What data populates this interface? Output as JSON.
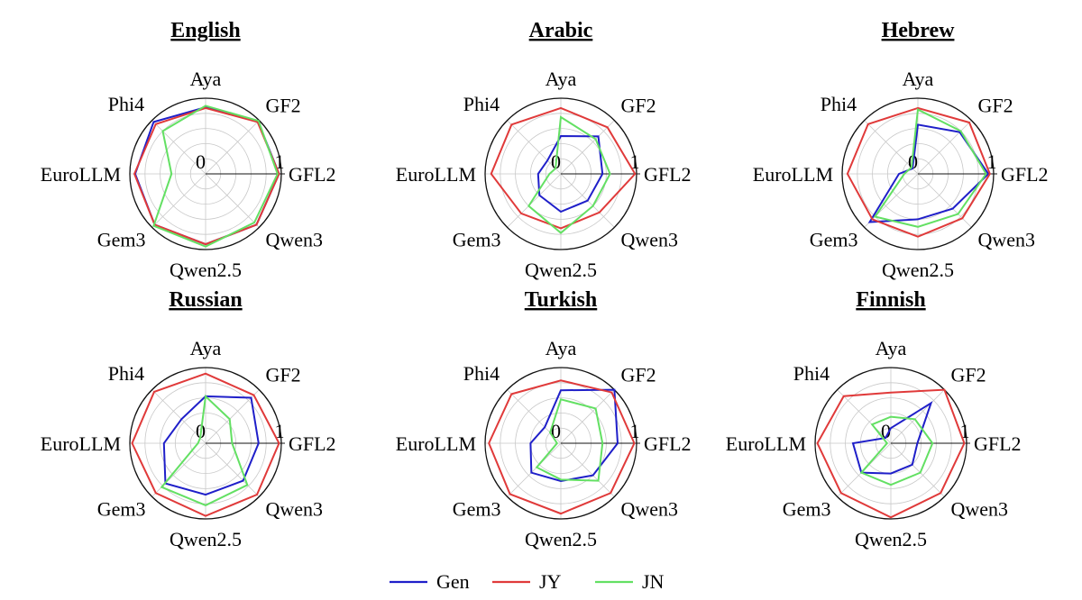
{
  "legend": [
    {
      "name": "Gen",
      "color": "#1f1fc9"
    },
    {
      "name": "JY",
      "color": "#e03a3a"
    },
    {
      "name": "JN",
      "color": "#63e063"
    }
  ],
  "chart_data": [
    {
      "type": "radar",
      "title": "English",
      "axes": [
        "GFL2",
        "GF2",
        "Aya",
        "Phi4",
        "EuroLLM",
        "Gem3",
        "Qwen2.5",
        "Qwen3"
      ],
      "tick_labels": [
        "0",
        "1"
      ],
      "range": [
        0,
        1
      ],
      "grid": true,
      "series": [
        {
          "name": "Gen",
          "values": [
            0.97,
            0.98,
            0.88,
            0.97,
            0.93,
            0.95,
            0.93,
            0.95
          ]
        },
        {
          "name": "JY",
          "values": [
            0.97,
            0.97,
            0.87,
            0.93,
            0.94,
            0.95,
            0.93,
            0.95
          ]
        },
        {
          "name": "JN",
          "values": [
            0.95,
            0.99,
            0.9,
            0.8,
            0.45,
            0.97,
            0.96,
            0.91
          ]
        }
      ]
    },
    {
      "type": "radar",
      "title": "Arabic",
      "axes": [
        "GFL2",
        "GF2",
        "Aya",
        "Phi4",
        "EuroLLM",
        "Gem3",
        "Qwen2.5",
        "Qwen3"
      ],
      "tick_labels": [
        "0",
        "1"
      ],
      "range": [
        0,
        1
      ],
      "grid": true,
      "series": [
        {
          "name": "Gen",
          "values": [
            0.55,
            0.7,
            0.5,
            0.25,
            0.3,
            0.4,
            0.5,
            0.5
          ]
        },
        {
          "name": "JY",
          "values": [
            0.98,
            0.87,
            0.87,
            0.92,
            0.92,
            0.74,
            0.72,
            0.72
          ]
        },
        {
          "name": "JN",
          "values": [
            0.65,
            0.65,
            0.75,
            0.1,
            0.15,
            0.6,
            0.78,
            0.6
          ]
        }
      ]
    },
    {
      "type": "radar",
      "title": "Hebrew",
      "axes": [
        "GFL2",
        "GF2",
        "Aya",
        "Phi4",
        "EuroLLM",
        "Gem3",
        "Qwen2.5",
        "Qwen3"
      ],
      "tick_labels": [
        "0",
        "1"
      ],
      "range": [
        0,
        1
      ],
      "grid": true,
      "series": [
        {
          "name": "Gen",
          "values": [
            0.93,
            0.78,
            0.65,
            0.1,
            0.25,
            0.9,
            0.6,
            0.65
          ]
        },
        {
          "name": "JY",
          "values": [
            0.95,
            0.96,
            0.87,
            0.93,
            0.93,
            0.85,
            0.83,
            0.83
          ]
        },
        {
          "name": "JN",
          "values": [
            0.9,
            0.8,
            0.85,
            0.12,
            0.18,
            0.8,
            0.7,
            0.75
          ]
        }
      ]
    },
    {
      "type": "radar",
      "title": "Russian",
      "axes": [
        "GFL2",
        "GF2",
        "Aya",
        "Phi4",
        "EuroLLM",
        "Gem3",
        "Qwen2.5",
        "Qwen3"
      ],
      "tick_labels": [
        "0",
        "1"
      ],
      "range": [
        0,
        1
      ],
      "grid": true,
      "series": [
        {
          "name": "Gen",
          "values": [
            0.7,
            0.85,
            0.62,
            0.45,
            0.55,
            0.75,
            0.68,
            0.7
          ]
        },
        {
          "name": "JY",
          "values": [
            0.97,
            0.9,
            0.92,
            0.96,
            0.97,
            0.93,
            0.96,
            0.96
          ]
        },
        {
          "name": "JN",
          "values": [
            0.35,
            0.45,
            0.62,
            0.1,
            0.1,
            0.82,
            0.82,
            0.78
          ]
        }
      ]
    },
    {
      "type": "radar",
      "title": "Turkish",
      "axes": [
        "GFL2",
        "GF2",
        "Aya",
        "Phi4",
        "EuroLLM",
        "Gem3",
        "Qwen2.5",
        "Qwen3"
      ],
      "tick_labels": [
        "0",
        "1"
      ],
      "range": [
        0,
        1
      ],
      "grid": true,
      "series": [
        {
          "name": "Gen",
          "values": [
            0.75,
            1.0,
            0.7,
            0.3,
            0.4,
            0.55,
            0.5,
            0.6
          ]
        },
        {
          "name": "JY",
          "values": [
            0.97,
            0.95,
            0.83,
            0.92,
            0.95,
            0.95,
            0.93,
            0.93
          ]
        },
        {
          "name": "JN",
          "values": [
            0.55,
            0.65,
            0.58,
            0.2,
            0.05,
            0.45,
            0.48,
            0.7
          ]
        }
      ]
    },
    {
      "type": "radar",
      "title": "Finnish",
      "axes": [
        "GFL2",
        "GF2",
        "Aya",
        "Phi4",
        "EuroLLM",
        "Gem3",
        "Qwen2.5",
        "Qwen3"
      ],
      "tick_labels": [
        "0",
        "1"
      ],
      "range": [
        0,
        1
      ],
      "grid": true,
      "series": [
        {
          "name": "Gen",
          "values": [
            0.35,
            0.75,
            0.2,
            0.1,
            0.5,
            0.55,
            0.4,
            0.4
          ]
        },
        {
          "name": "JY",
          "values": [
            0.97,
            1.0,
            0.67,
            0.88,
            0.97,
            0.93,
            0.98,
            0.93
          ]
        },
        {
          "name": "JN",
          "values": [
            0.55,
            0.45,
            0.35,
            0.35,
            0.05,
            0.55,
            0.55,
            0.55
          ]
        }
      ]
    }
  ]
}
